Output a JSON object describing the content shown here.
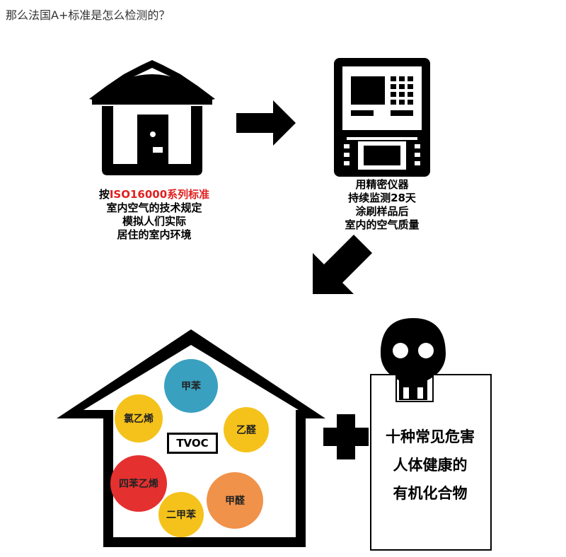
{
  "header": {
    "title": "那么法国A+标准是怎么检测的？"
  },
  "step1": {
    "lines": [
      "按",
      "ISO16000系列标准",
      "室内空气的技术规定",
      "模拟人们实际",
      "居住的室内环境"
    ]
  },
  "step2": {
    "lines": [
      "用精密仪器",
      "持续监测28天",
      "涂刷样品后",
      "室内的空气质量"
    ]
  },
  "house": {
    "center_label": "TVOC",
    "compounds": [
      "甲苯",
      "氯乙烯",
      "乙醛",
      "四苯乙烯",
      "甲醛",
      "二甲苯"
    ]
  },
  "card": {
    "lines": [
      "十种常见危害",
      "人体健康的",
      "有机化合物"
    ]
  },
  "colors": {
    "blue": "#3aa0c0",
    "yellow": "#f5c21b",
    "red": "#e53030",
    "orange": "#f0924a",
    "accent_red": "#e02020"
  }
}
